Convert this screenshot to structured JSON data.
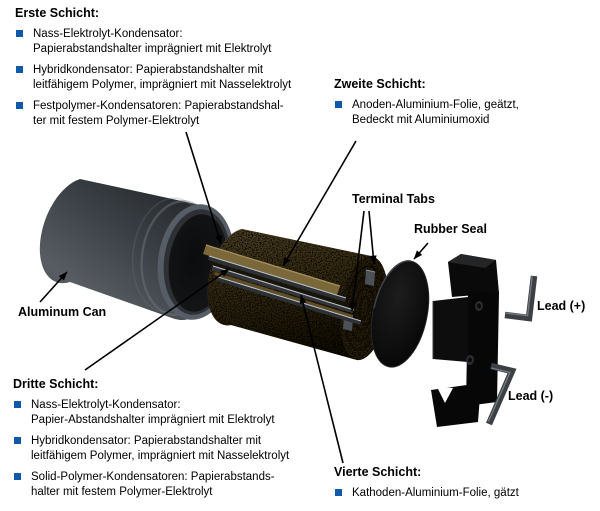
{
  "figure": {
    "subject": "exploded-view diagram of an aluminum electrolytic capacitor"
  },
  "sections": {
    "erste": {
      "title": "Erste Schicht:",
      "items": [
        {
          "text": "Nass-Elektrolyt-Kondensator:\nPapierabstandshalter imprägniert mit Elektrolyt"
        },
        {
          "text": "Hybridkondensator: Papierabstandshalter mit\nleitfähigem Polymer, imprägniert mit Nasselektrolyt"
        },
        {
          "text": "Festpolymer-Kondensatoren: Papierabstandshal-\nter mit festem Polymer-Elektrolyt"
        }
      ]
    },
    "zweite": {
      "title": "Zweite Schicht:",
      "items": [
        {
          "text": "Anoden-Aluminium-Folie, geätzt,\nBedeckt mit Aluminiumoxid"
        }
      ]
    },
    "dritte": {
      "title": "Dritte Schicht:",
      "items": [
        {
          "text": "Nass-Elektrolyt-Kondensator:\nPapier-Abstandshalter imprägniert mit Elektrolyt"
        },
        {
          "text": "Hybridkondensator: Papierabstandshalter mit\nleitfähigem Polymer, imprägniert mit Nasselektrolyt"
        },
        {
          "text": "Solid-Polymer-Kondensatoren: Papierabstands-\nhalter mit festem Polymer-Elektrolyt"
        }
      ]
    },
    "vierte": {
      "title": "Vierte Schicht:",
      "items": [
        {
          "text": "Kathoden-Aluminium-Folie, gätzt"
        }
      ]
    }
  },
  "labels": {
    "aluminum_can": "Aluminum Can",
    "terminal_tabs": "Terminal Tabs",
    "rubber_seal": "Rubber Seal",
    "lead_pos": "Lead (+)",
    "lead_neg": "Lead (-)"
  },
  "colors": {
    "background": "#ffffff",
    "text": "#000000",
    "bullet": "#1059a9",
    "leader_line": "#000000",
    "can_body": "#3a3f45",
    "winding_body": "#64532c",
    "rubber_seal": "#0b0b0b",
    "insulator": "#0a0a0a",
    "lead": "#3c4045",
    "tab": "#4c5157"
  }
}
